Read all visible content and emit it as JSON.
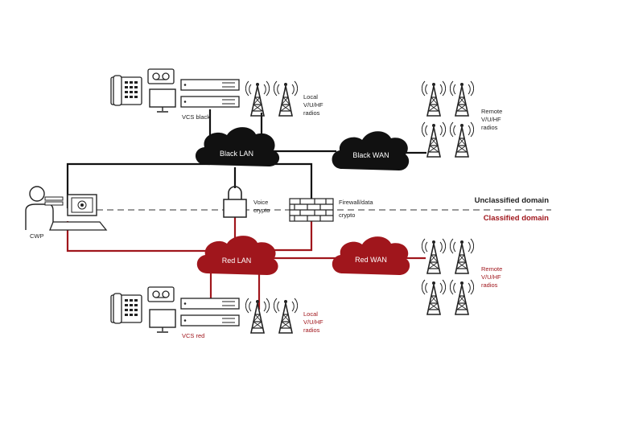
{
  "colors": {
    "black_network": "#111111",
    "red_network": "#a0161c",
    "divider": "#999999",
    "device_stroke": "#222222",
    "background": "#ffffff"
  },
  "clouds": {
    "black_lan": "Black LAN",
    "black_wan": "Black WAN",
    "red_lan": "Red LAN",
    "red_wan": "Red WAN"
  },
  "labels": {
    "vcs_black": "VCS black",
    "vcs_red": "VCS red",
    "local_radios_black": [
      "Local",
      "V/U/HF",
      "radios"
    ],
    "local_radios_red": [
      "Local",
      "V/U/HF",
      "radios"
    ],
    "remote_radios_black": [
      "Remote",
      "V/U/HF",
      "radios"
    ],
    "remote_radios_red": [
      "Remote",
      "V/U/HF",
      "radios"
    ],
    "voice_crypto": [
      "Voice",
      "crypto"
    ],
    "firewall_crypto": [
      "Firewall/data",
      "crypto"
    ],
    "cwp": "CWP"
  },
  "domains": {
    "unclassified": "Unclassified domain",
    "classified": "Classified domain"
  },
  "icons": [
    "telephone-icon",
    "cassette-recorder-icon",
    "monitor-icon",
    "server-rack-icon",
    "radio-tower-icon",
    "padlock-icon",
    "firewall-icon",
    "operator-icon",
    "laptop-icon"
  ]
}
